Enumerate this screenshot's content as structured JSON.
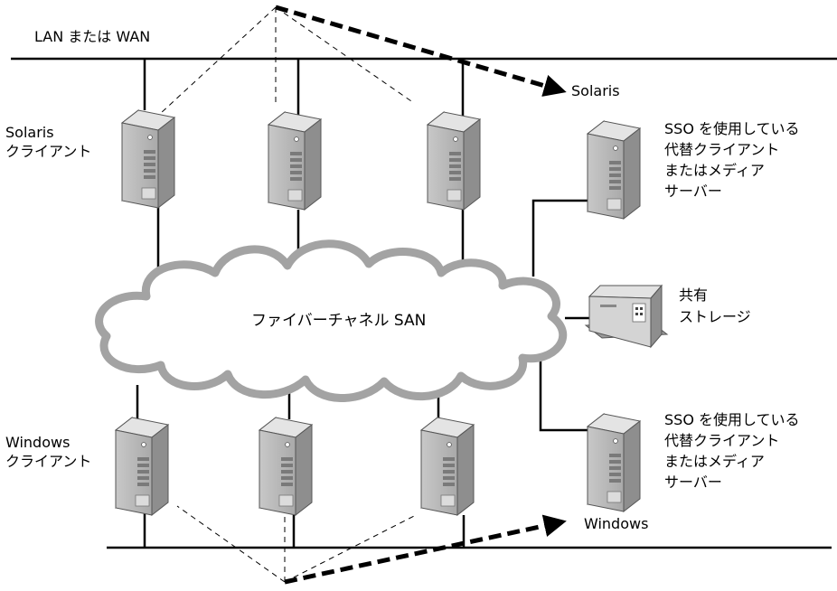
{
  "labels": {
    "network": "LAN または WAN",
    "solaris_arrow": "Solaris",
    "solaris_clients": [
      "Solaris",
      "クライアント"
    ],
    "windows_clients": [
      "Windows",
      "クライアント"
    ],
    "san": "ファイバーチャネル SAN",
    "alt_client_top": [
      "SSO を使用している",
      "代替クライアント",
      "またはメディア",
      "サーバー"
    ],
    "shared_storage": [
      "共有",
      "ストレージ"
    ],
    "alt_client_bottom": [
      "SSO を使用している",
      "代替クライアント",
      "またはメディア",
      "サーバー"
    ],
    "windows_arrow": "Windows"
  }
}
